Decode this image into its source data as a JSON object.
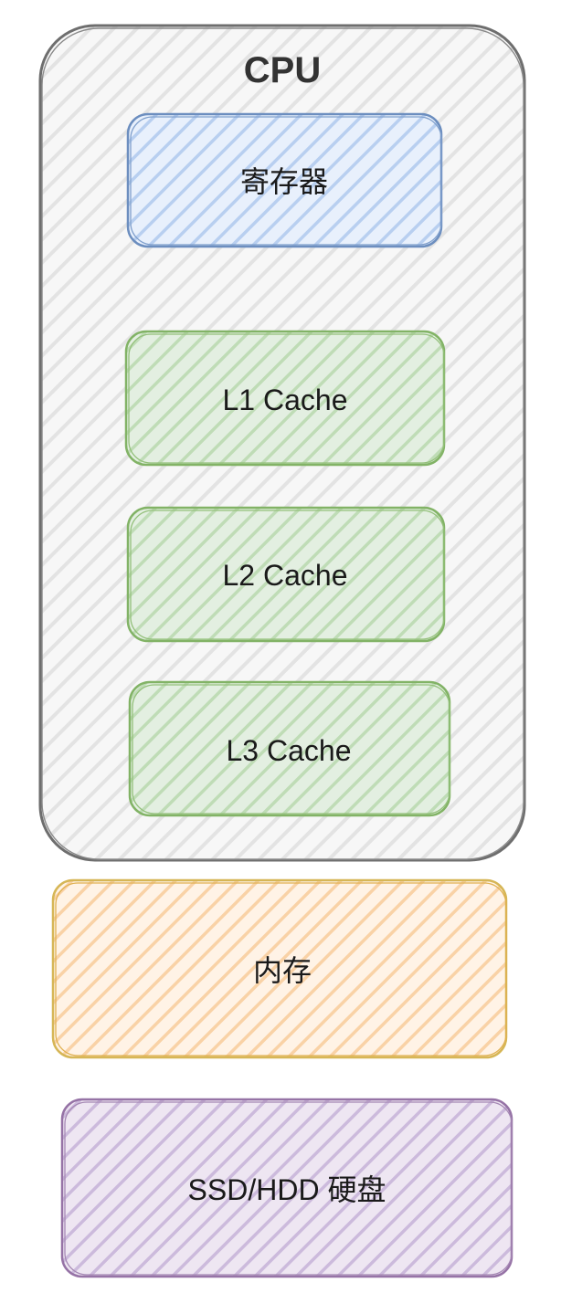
{
  "diagram": {
    "cpu": {
      "title": "CPU",
      "fill": "#f2f2f2",
      "hatch": "#e6e6e6",
      "stroke": "#6e6e6e"
    },
    "registers": {
      "label": "寄存器",
      "fill": "#dae8fc",
      "hatch": "#a9c4eb",
      "stroke": "#6c8ebf"
    },
    "l1": {
      "label": "L1 Cache",
      "fill": "#d5e8d4",
      "hatch": "#b9d7b1",
      "stroke": "#82b366"
    },
    "l2": {
      "label": "L2 Cache",
      "fill": "#d5e8d4",
      "hatch": "#b9d7b1",
      "stroke": "#82b366"
    },
    "l3": {
      "label": "L3 Cache",
      "fill": "#d5e8d4",
      "hatch": "#b9d7b1",
      "stroke": "#82b366"
    },
    "memory": {
      "label": "内存",
      "fill": "#ffe6cc",
      "hatch": "#f7c995",
      "stroke": "#d6b656"
    },
    "disk": {
      "label": "SSD/HDD 硬盘",
      "fill": "#e1d5e7",
      "hatch": "#c7b4d6",
      "stroke": "#9673a6"
    }
  }
}
